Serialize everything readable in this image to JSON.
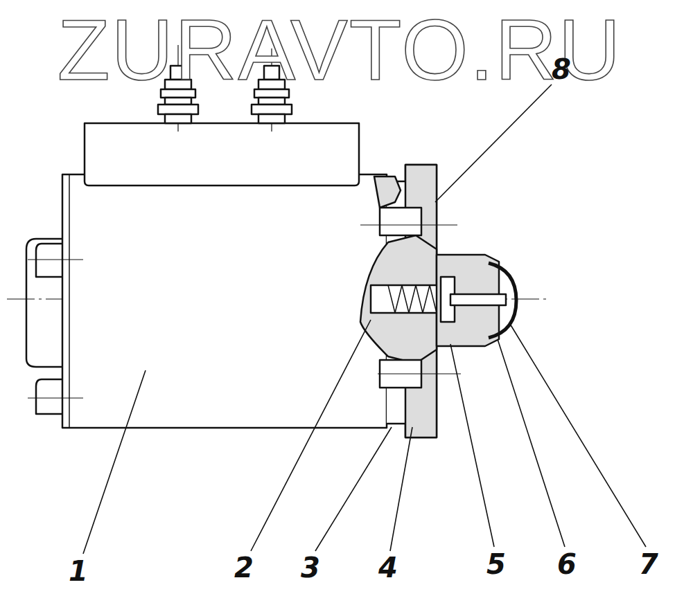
{
  "diagram": {
    "labels": [
      "ZURAVTO.RU",
      "1",
      "2",
      "3",
      "4",
      "5",
      "6",
      "7",
      "8"
    ]
  }
}
